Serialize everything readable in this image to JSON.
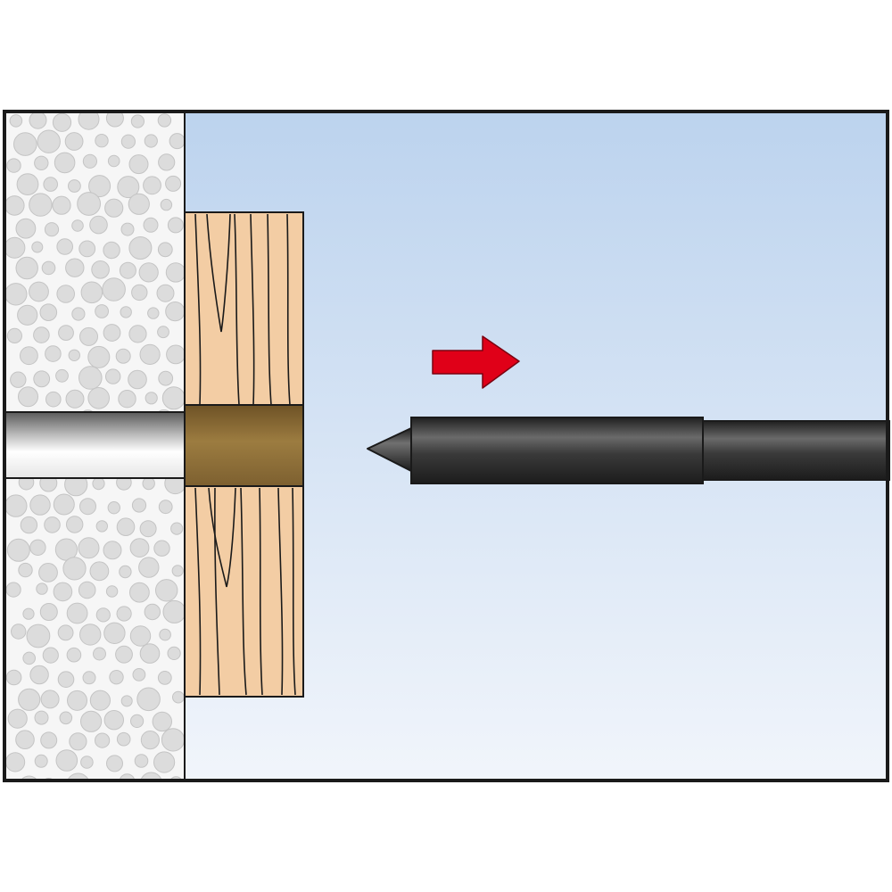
{
  "diagram": {
    "colors": {
      "page_background": "#ffffff",
      "frame_border": "#1a1a1a",
      "sky_top": "#bcd3ee",
      "sky_bottom": "#f1f5fb",
      "wall_background": "#f6f6f6",
      "wall_pebble_fill": "#dcdcdc",
      "wall_pebble_stroke": "#c4c4c4",
      "wood_board": "#f3cda4",
      "wood_grain": "#1a1a1a",
      "plug_sleeve": "#8a6a33",
      "drill_hole_light": "#ffffff",
      "drill_hole_dark": "#4a4a4a",
      "tool_body": "#3a3a3a",
      "tool_highlight": "#7a7a7a",
      "arrow_fill": "#e00018",
      "arrow_stroke": "#7a0010"
    },
    "components": [
      "masonry-wall",
      "wooden-board",
      "drill-hole",
      "plug-sleeve",
      "setting-tool",
      "direction-arrow"
    ],
    "arrow_direction": "right"
  }
}
